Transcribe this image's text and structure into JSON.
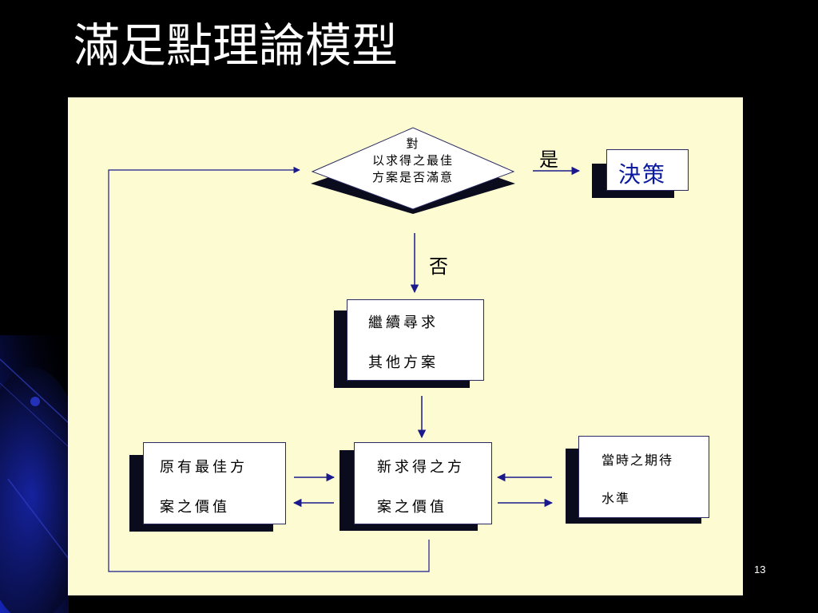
{
  "slide": {
    "title": "滿足點理論模型",
    "page_number": "13"
  },
  "diagram": {
    "decision": {
      "line1": "對",
      "line2": "以求得之最佳",
      "line3": "方案是否滿意"
    },
    "yes_label": "是",
    "no_label": "否",
    "decision_box": {
      "label": "決策"
    },
    "search_box": {
      "line1": "繼續尋求",
      "line2": "其他方案"
    },
    "original_box": {
      "line1": "原有最佳方",
      "line2": "案之價值"
    },
    "new_box": {
      "line1": "新求得之方",
      "line2": "案之價值"
    },
    "expectation_box": {
      "line1": "當時之期待",
      "line2": "水準"
    }
  },
  "colors": {
    "panel": "#fdfbd1",
    "arrow": "#1a1a8c",
    "shadow": "#0b0b1e",
    "background": "#000000",
    "accent_blue": "#0a1a9e"
  }
}
